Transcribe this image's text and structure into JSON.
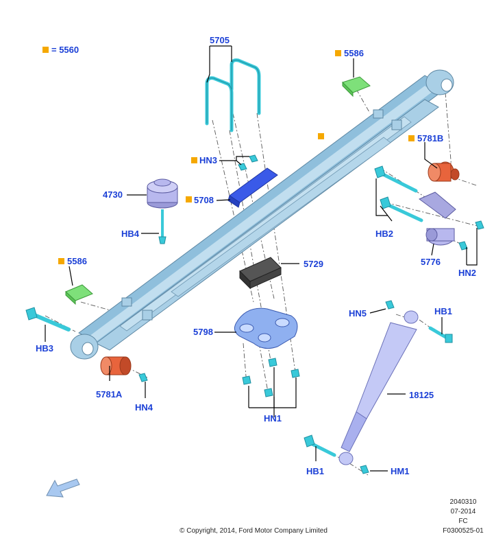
{
  "legend": {
    "text": "= 5560"
  },
  "callouts": {
    "c5705": "5705",
    "c5586_top": "5586",
    "c5586_left": "5586",
    "c5781B": "5781B",
    "c5781A": "5781A",
    "cHN3": "HN3",
    "c4730": "4730",
    "c5708": "5708",
    "cHB4": "HB4",
    "cHB2": "HB2",
    "c5729": "5729",
    "c5776": "5776",
    "cHN2": "HN2",
    "cHN5": "HN5",
    "cHB1_top": "HB1",
    "cHB1_bottom": "HB1",
    "cHB3": "HB3",
    "c5798": "5798",
    "c18125": "18125",
    "cHN4": "HN4",
    "cHN1": "HN1",
    "cHM1": "HM1"
  },
  "footer": {
    "code": "2040310",
    "date": "07-2014",
    "region": "FC",
    "ref": "F0300525-01",
    "copyright": "© Copyright, 2014, Ford Motor Company Limited"
  },
  "colors": {
    "callout_text": "#1a3fd6",
    "marker": "#f5a800",
    "spring": "#a9cfe6",
    "fastener": "#39c9d9",
    "pad": "#7ee07a",
    "bushing": "#e8643c",
    "bracket": "#3a5ae8",
    "shock": "#b8bff5"
  }
}
